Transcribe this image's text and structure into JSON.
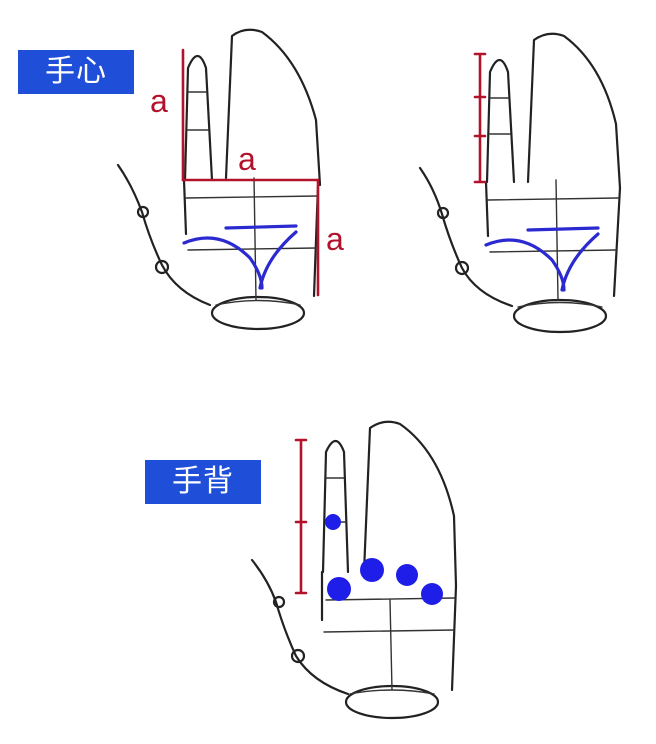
{
  "labels": {
    "palm": "手心",
    "back": "手背"
  },
  "measure": {
    "finger": "a",
    "width": "a",
    "height": "a"
  },
  "colors": {
    "tag_bg": "#1f4fd8",
    "measure": "#b3122b",
    "palm_lines": "#2a2ad0",
    "knuckles": "#1e1ee8"
  }
}
